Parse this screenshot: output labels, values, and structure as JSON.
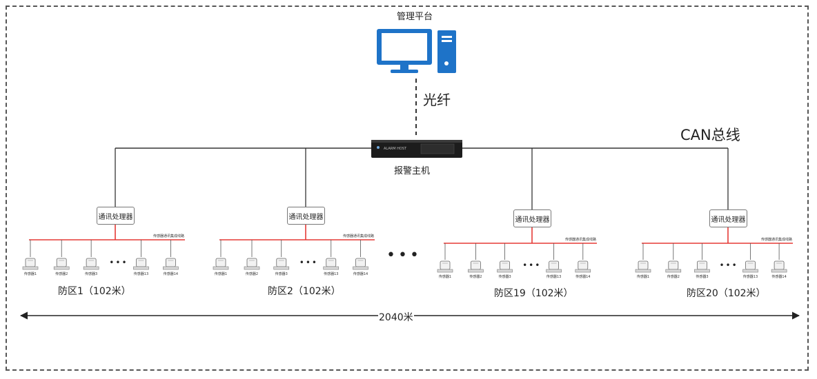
{
  "platform_label": "管理平台",
  "fiber_label": "光纤",
  "can_bus_label": "CAN总线",
  "host_label": "报警主机",
  "host_panel_text": "ALARM HOST",
  "total_length_label": "2040米",
  "ellipsis": "•••",
  "device_ellipsis": "•••",
  "zones": [
    {
      "name": "防区1（102米）",
      "processor_label": "通讯处理器",
      "subtitle": "传感器通讯集成线路",
      "devices": [
        "传感器1",
        "传感器2",
        "传感器3",
        "传感器13",
        "传感器14"
      ]
    },
    {
      "name": "防区2（102米）",
      "processor_label": "通讯处理器",
      "subtitle": "传感器通讯集成线路",
      "devices": [
        "传感器1",
        "传感器2",
        "传感器3",
        "传感器13",
        "传感器14"
      ]
    },
    {
      "name": "防区19（102米）",
      "processor_label": "通讯处理器",
      "subtitle": "传感器通讯集成线路",
      "devices": [
        "传感器1",
        "传感器2",
        "传感器3",
        "传感器13",
        "传感器14"
      ]
    },
    {
      "name": "防区20（102米）",
      "processor_label": "通讯处理器",
      "subtitle": "传感器通讯集成线路",
      "devices": [
        "传感器1",
        "传感器2",
        "传感器3",
        "传感器13",
        "传感器14"
      ]
    }
  ],
  "colors": {
    "sensor_bus": "#e53935",
    "can_bus": "#333333",
    "monitor_blue": "#1e73c8",
    "host_body": "#1c1c1c"
  }
}
